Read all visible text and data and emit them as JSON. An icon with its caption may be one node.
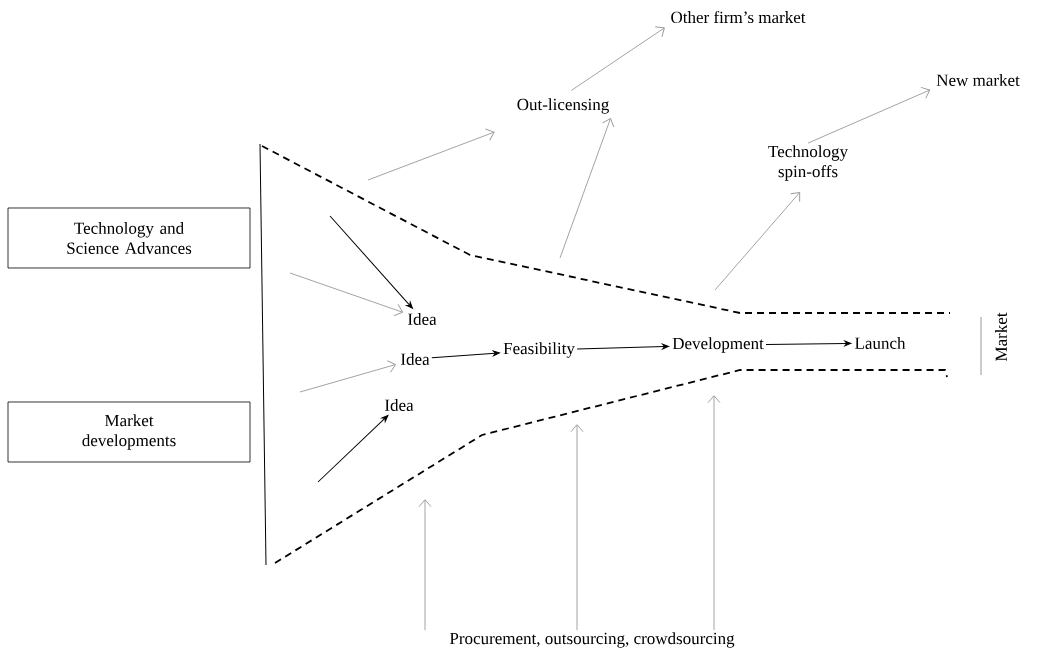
{
  "diagram": {
    "nodes": [
      {
        "text": [
          "Technology and Science Advances"
        ]
      },
      {
        "text": [
          "Market developments"
        ]
      },
      {
        "text": [
          "Idea"
        ]
      },
      {
        "text": [
          "Idea"
        ]
      },
      {
        "text": [
          "Idea"
        ]
      },
      {
        "text": [
          "Feasibility"
        ]
      },
      {
        "text": [
          "Development"
        ]
      },
      {
        "text": [
          "Launch"
        ]
      },
      {
        "text": [
          "Out-licensing"
        ]
      },
      {
        "text": [
          "Other firm’s market"
        ]
      },
      {
        "text": [
          "Technology spin-offs"
        ]
      },
      {
        "text": [
          "New market"
        ]
      },
      {
        "text": [
          "Procurement, outsourcing, crowdsourcing"
        ]
      }
    ],
    "edges": [
      {
        "from": 3,
        "to": 5,
        "arrow": "to",
        "color": "#000000"
      },
      {
        "from": 5,
        "to": 6,
        "arrow": "to",
        "color": "#000000"
      },
      {
        "from": 6,
        "to": 7,
        "arrow": "to",
        "color": "#000000"
      },
      {
        "from": 8,
        "to": 9,
        "arrow": "to",
        "color": "#999999"
      },
      {
        "from": 10,
        "to": 11,
        "arrow": "to",
        "color": "#999999"
      },
      {
        "from": null,
        "to": 8,
        "arrow": "to",
        "color": "#999999"
      },
      {
        "from": null,
        "to": 8,
        "arrow": "to",
        "color": "#999999"
      },
      {
        "from": null,
        "to": 10,
        "arrow": "to",
        "color": "#999999"
      },
      {
        "from": null,
        "to": 2,
        "arrow": "to",
        "color": "#000000"
      },
      {
        "from": null,
        "to": 2,
        "arrow": "to",
        "color": "#999999"
      },
      {
        "from": null,
        "to": 3,
        "arrow": "to",
        "color": "#999999"
      },
      {
        "from": null,
        "to": 4,
        "arrow": "to",
        "color": "#000000"
      },
      {
        "from": 12,
        "to": null,
        "arrow": "to",
        "color": "#999999"
      },
      {
        "from": 12,
        "to": null,
        "arrow": "to",
        "color": "#999999"
      },
      {
        "from": 12,
        "to": null,
        "arrow": "to",
        "color": "#999999"
      }
    ],
    "labels": [
      "Market"
    ]
  }
}
